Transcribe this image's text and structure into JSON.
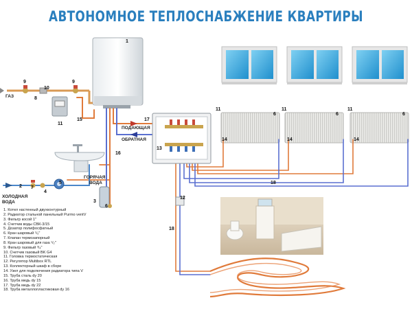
{
  "title": "АВТОНОМНОЕ ТЕПЛОСНАБЖЕНИЕ КВАРТИРЫ",
  "labels": {
    "gas": "ГАЗ",
    "supply": "ПОДАЮЩАЯ",
    "return": "ОБРАТНАЯ",
    "hot_water_1": "ГОРЯЧАЯ",
    "hot_water_2": "ВОДА",
    "cold_water_1": "ХОЛОДНАЯ",
    "cold_water_2": "ВОДА"
  },
  "callouts": [
    "1",
    "9",
    "10",
    "9",
    "8",
    "11",
    "15",
    "17",
    "13",
    "11",
    "6",
    "11",
    "6",
    "11",
    "6",
    "14",
    "14",
    "14",
    "18",
    "16",
    "5",
    "4",
    "7",
    "2",
    "3",
    "6",
    "12",
    "18"
  ],
  "legend": [
    "1. Котел настенный двухконтурный",
    "2. Радиатор стальной панельный Purmo ventV",
    "3. Фильтр косой 1\"",
    "4. Счетчик воды СВК-3/15",
    "5. Дозатор полифосфатный",
    "6. Кран шаровый ¹/₂\"",
    "7. Клапан термозапорный",
    "8. Кран шаровый для газа ¹/₂\"",
    "9. Фильтр газовый ³/₄\"",
    "10. Счетчик газовый BK G4",
    "11. Головка термостатическая",
    "12. Регулятор Multibox RTL",
    "13. Коллекторный шкаф в сборе",
    "14. Узел для подключения радиатора типа V",
    "15. Труба сталь dy 20",
    "16. Труба медь dy 15",
    "17. Труба медь dy 22",
    "18. Труба металлопластиковая dy 16"
  ],
  "colors": {
    "title": "#2a7fbe",
    "supply_pipe": "#e07a3a",
    "return_pipe": "#5a6fd0",
    "cold_pipe": "#4a86c9"
  },
  "icons": [
    "boiler-icon",
    "window-icon",
    "radiator-icon",
    "manifold-icon",
    "sink-icon",
    "gas-meter-icon",
    "water-meter-icon",
    "bathroom-icon",
    "underfloor-heating-icon"
  ]
}
